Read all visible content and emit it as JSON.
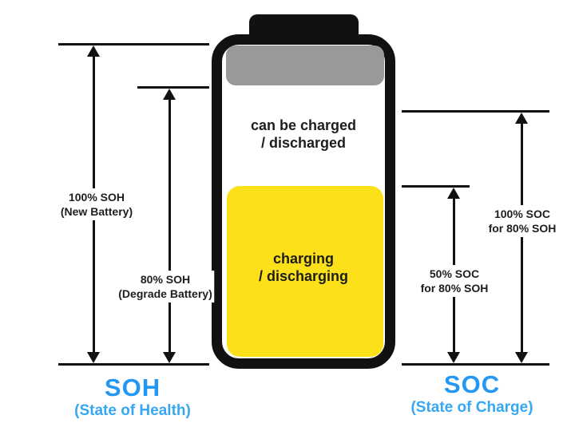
{
  "colors": {
    "yellow": "#FCE11A",
    "gray": "#999999",
    "black": "#111111",
    "blue-title": "#2297F3",
    "blue-subtitle": "#35A7F3"
  },
  "battery": {
    "available_label": {
      "line1": "can be charged",
      "line2": "/ discharged"
    },
    "charge_label": {
      "line1": "charging",
      "line2": "/ discharging"
    }
  },
  "soh": {
    "label_100": {
      "line1": "100% SOH",
      "line2": "(New Battery)"
    },
    "label_80": {
      "line1": "80% SOH",
      "line2": "(Degrade Battery)"
    },
    "title": "SOH",
    "subtitle": "(State of Health)"
  },
  "soc": {
    "label_100": {
      "line1": "100% SOC",
      "line2": "for 80% SOH"
    },
    "label_50": {
      "line1": "50% SOC",
      "line2": "for 80% SOH"
    },
    "title": "SOC",
    "subtitle": "(State of Charge)"
  }
}
